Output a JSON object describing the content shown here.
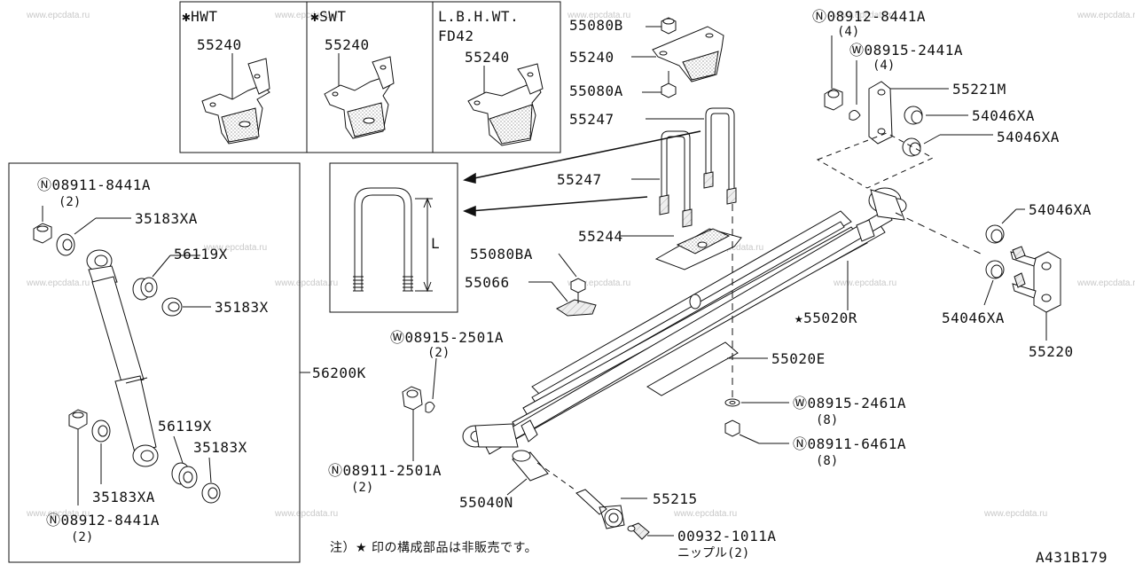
{
  "diagram": {
    "code": "A431B179",
    "watermark": "www.epcdata.ru",
    "note": "注）★ 印の構成部品は非販売です。",
    "variant_boxes": [
      {
        "header": "✱HWT",
        "part": "55240"
      },
      {
        "header": "✱SWT",
        "part": "55240"
      },
      {
        "header": "L.B.H.WT.",
        "header2": "FD42",
        "part": "55240"
      }
    ],
    "ubolt_dim": "L",
    "labels": {
      "p55080B": "55080B",
      "p55240": "55240",
      "p55080A": "55080A",
      "p55247a": "55247",
      "p55247b": "55247",
      "p55244": "55244",
      "p55080BA": "55080BA",
      "p55066": "55066",
      "n08912_top": "Ⓝ08912-8441A",
      "n08912_top_q": "(4)",
      "w08915_top": "Ⓦ08915-2441A",
      "w08915_top_q": "(4)",
      "p55221M": "55221M",
      "p54046XA_1": "54046XA",
      "p54046XA_2": "54046XA",
      "p54046XA_3": "54046XA",
      "p54046XA_4": "54046XA",
      "p55220": "55220",
      "p55020R": "★55020R",
      "p55020E": "55020E",
      "w08915_2461": "Ⓦ08915-2461A",
      "w08915_2461_q": "(8)",
      "n08911_6461": "Ⓝ08911-6461A",
      "n08911_6461_q": "(8)",
      "w08915_2501": "Ⓦ08915-2501A",
      "w08915_2501_q": "(2)",
      "n08911_2501": "Ⓝ08911-2501A",
      "n08911_2501_q": "(2)",
      "p55040N": "55040N",
      "p55215": "55215",
      "p00932": "00932-1011A",
      "p00932_q": "ニップル(2)",
      "n08911_8441": "Ⓝ08911-8441A",
      "n08911_8441_q": "(2)",
      "p35183XA_top": "35183XA",
      "p56119X_top": "56119X",
      "p35183X_top": "35183X",
      "p56200K": "56200K",
      "p56119X_bot": "56119X",
      "p35183X_bot": "35183X",
      "p35183XA_bot": "35183XA",
      "n08912_bot": "Ⓝ08912-8441A",
      "n08912_bot_q": "(2)"
    }
  }
}
